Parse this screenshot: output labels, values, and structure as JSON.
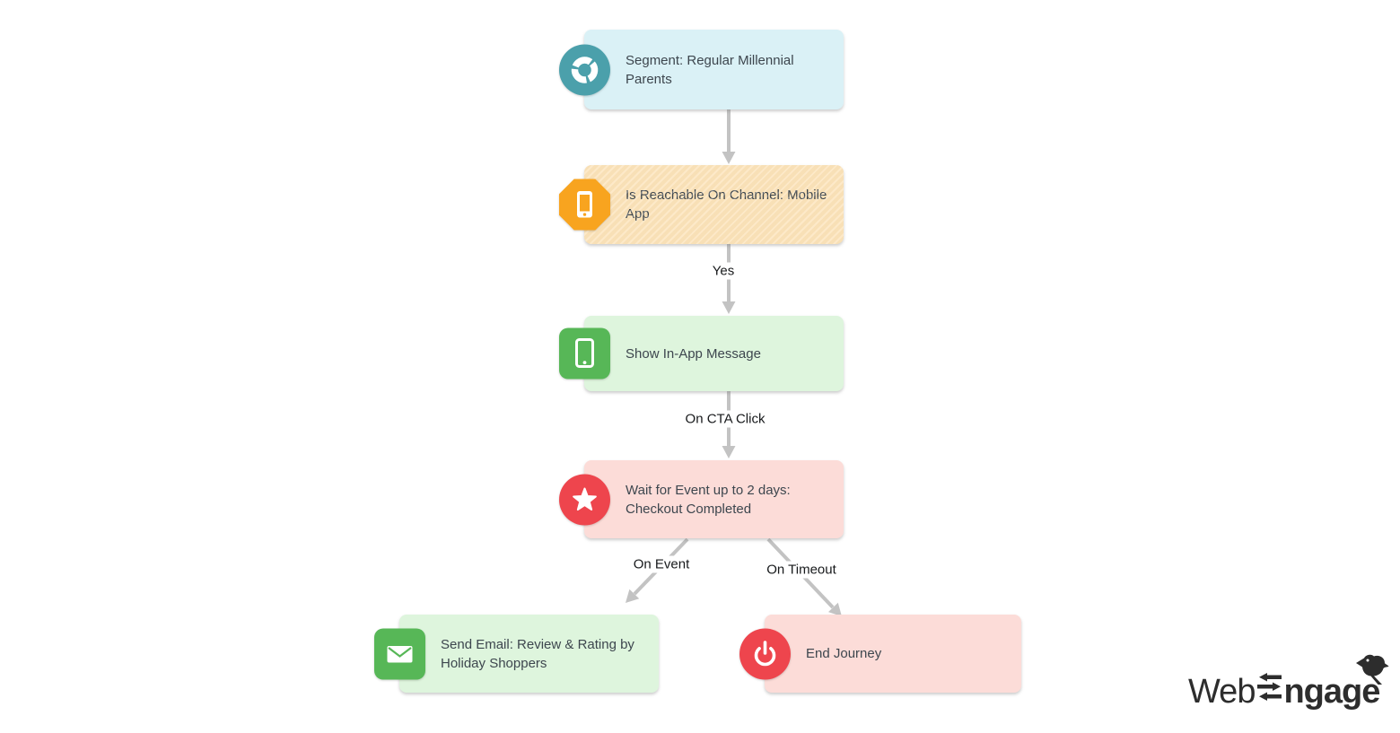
{
  "diagram": {
    "nodes": [
      {
        "label": "Segment: Regular Millennial Parents",
        "icon": "segment-donut-icon",
        "shape": "circle",
        "colors": {
          "box": "#daf1f6",
          "icon": "#4ba0ab"
        }
      },
      {
        "label": "Is Reachable On Channel: Mobile App",
        "icon": "mobile-phone-icon",
        "shape": "octagon",
        "colors": {
          "box": "#fce3b9",
          "icon": "#f8a41f"
        }
      },
      {
        "label": "Show In-App Message",
        "icon": "in-app-phone-icon",
        "shape": "rounded-square",
        "colors": {
          "box": "#def5dd",
          "icon": "#57b757"
        }
      },
      {
        "label": "Wait for Event up to 2 days: Checkout Completed",
        "icon": "star-icon",
        "shape": "circle",
        "colors": {
          "box": "#fcdcd8",
          "icon": "#ee454d"
        }
      },
      {
        "label": "Send Email: Review & Rating by Holiday Shoppers",
        "icon": "envelope-icon",
        "shape": "rounded-square",
        "colors": {
          "box": "#def5dd",
          "icon": "#57b757"
        }
      },
      {
        "label": "End Journey",
        "icon": "power-icon",
        "shape": "circle",
        "colors": {
          "box": "#fcdcd8",
          "icon": "#ee454d"
        }
      }
    ],
    "edge_labels": {
      "yes": "Yes",
      "cta": "On CTA Click",
      "on_event": "On Event",
      "on_timeout": "On Timeout"
    },
    "connector_color": "#c3c3c3",
    "label_text_color": "#17191b",
    "node_text_color": "#3d464e"
  },
  "logo": {
    "brand": "WebEngage",
    "part_regular": "Web",
    "part_bold": "ngage",
    "color": "#2d2d2d"
  }
}
